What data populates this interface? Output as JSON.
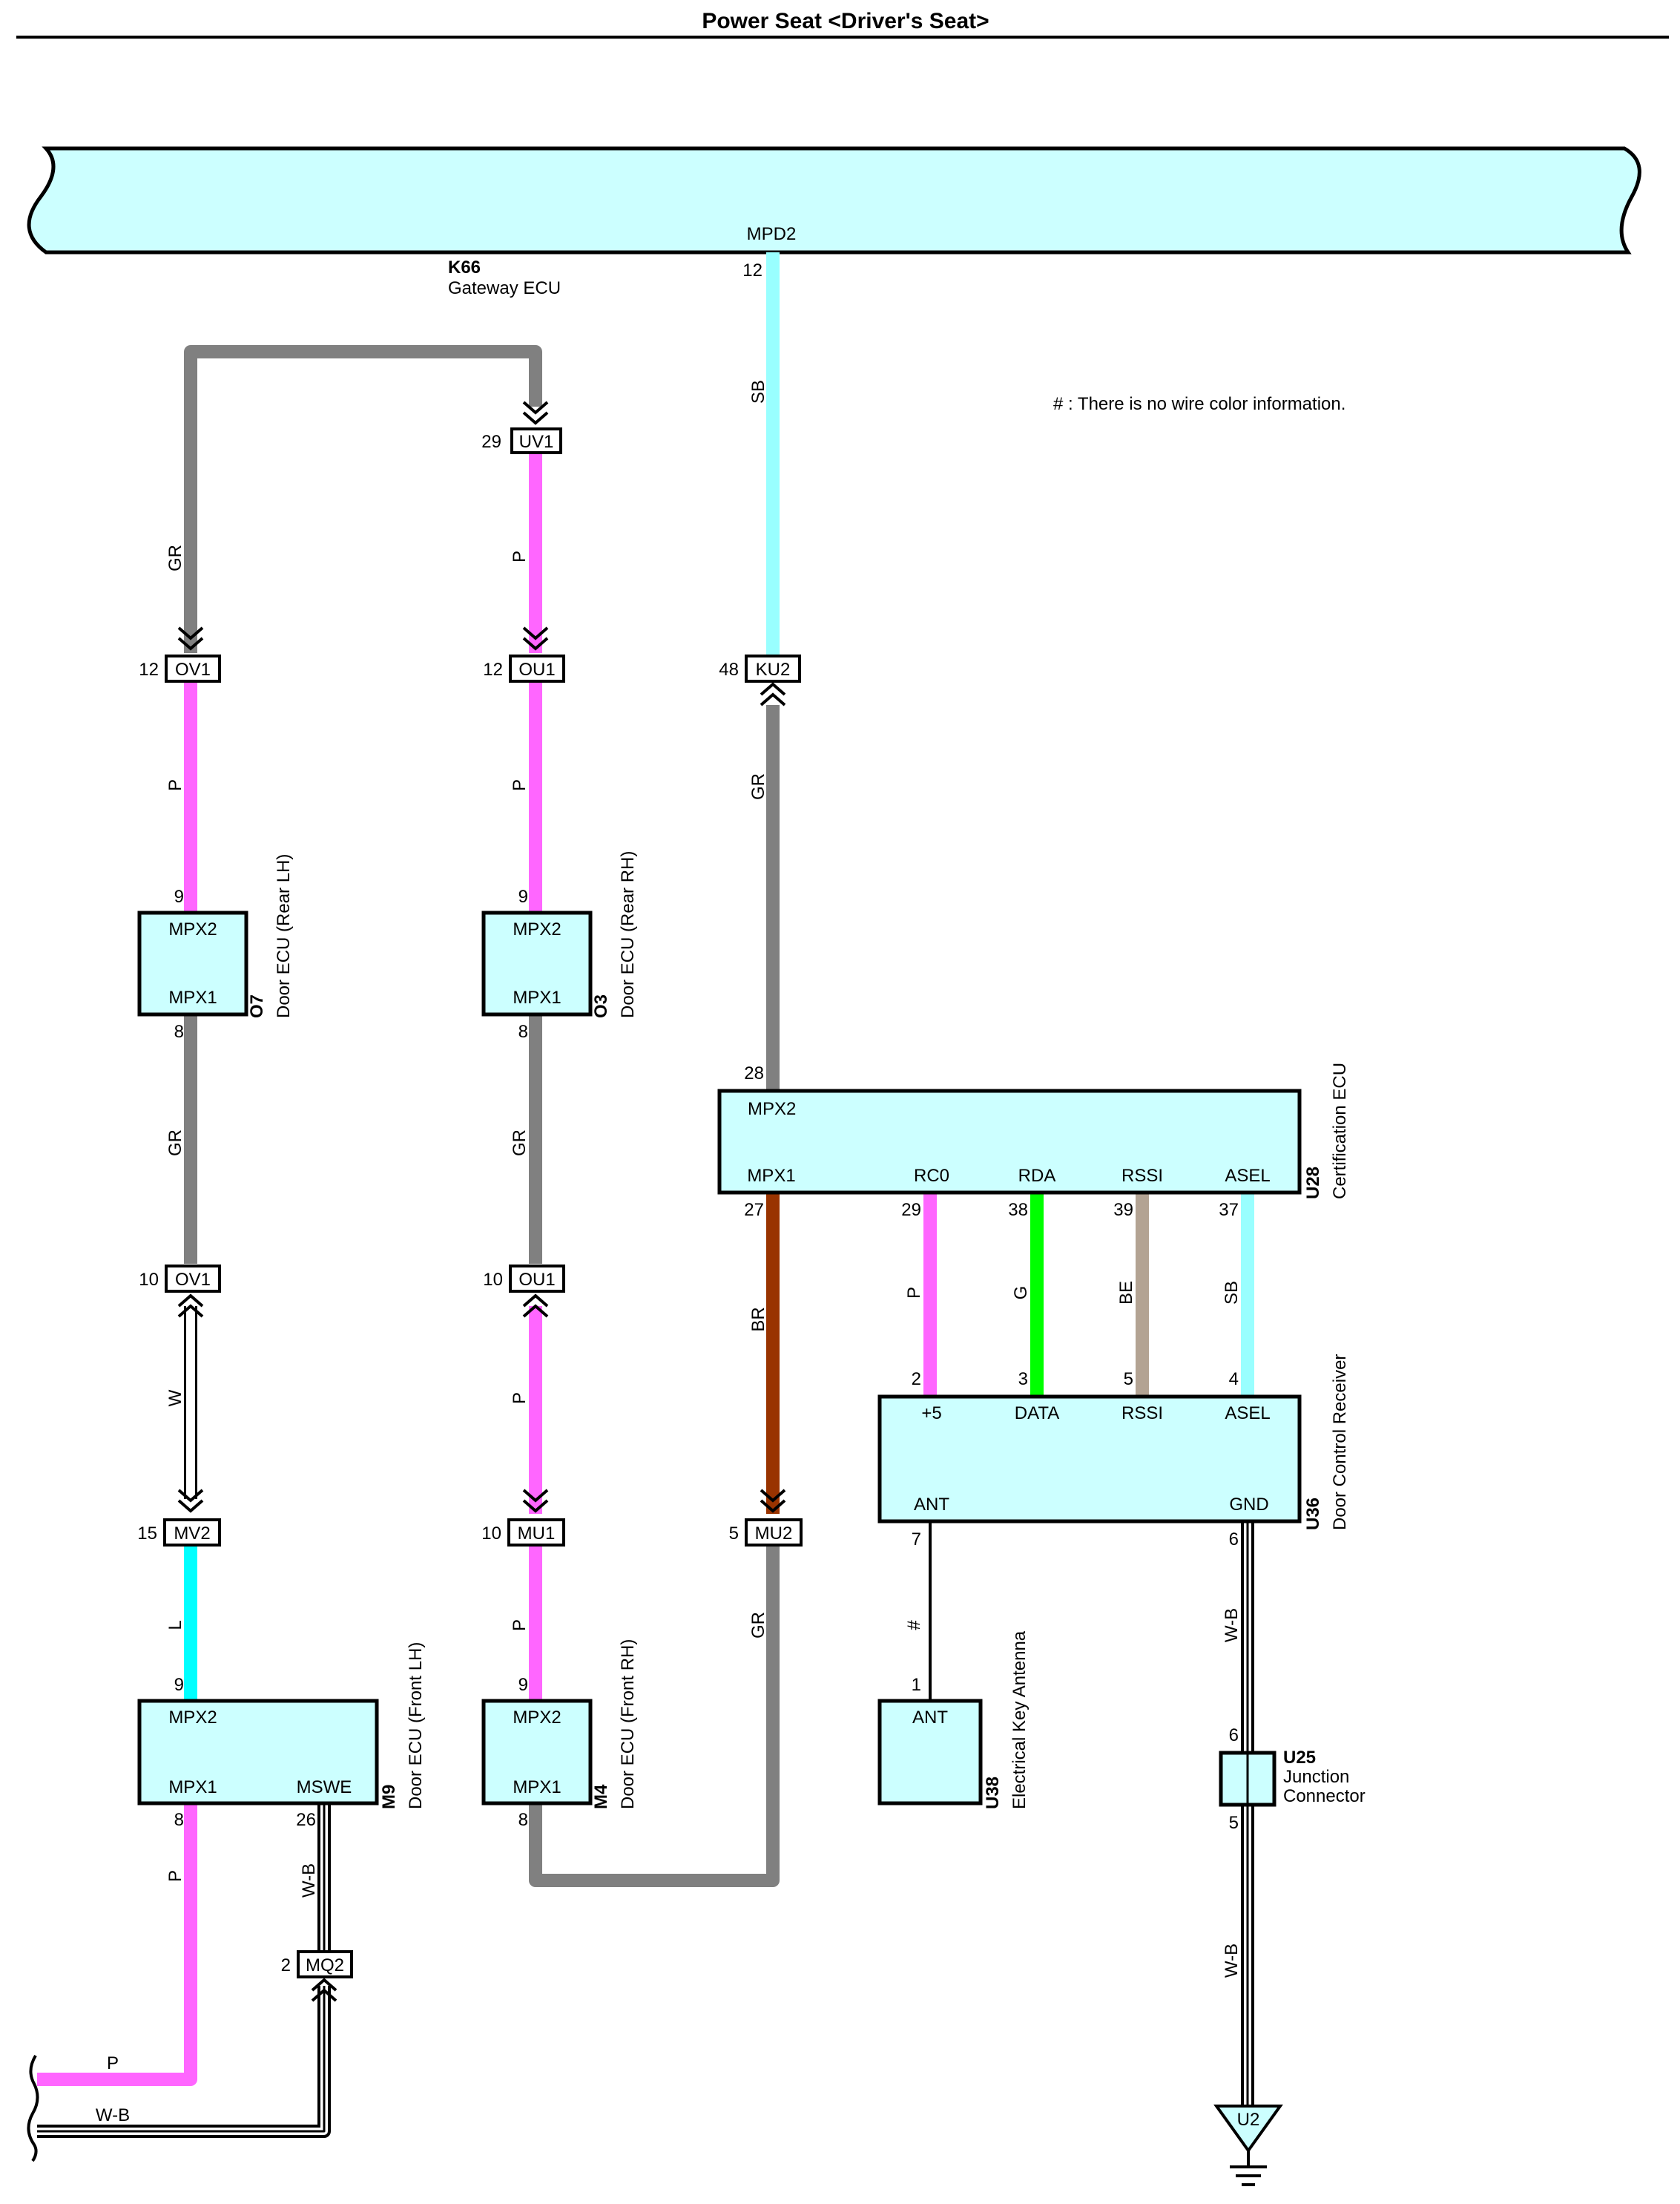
{
  "title": "Power Seat <Driver's Seat>",
  "note": "# : There is no wire color information.",
  "wire_colors": {
    "P": "#ff66ff",
    "GR": "#808080",
    "SB": "#99ffff",
    "BR": "#993300",
    "G": "#00ff00",
    "BE": "#b3a393",
    "L": "#00ffff",
    "W": "#ffffff",
    "W-B": "#ffffff",
    "#": "#000000"
  },
  "components": {
    "K66": {
      "id": "K66",
      "name": "Gateway ECU",
      "terminal": "MPD2"
    },
    "O7": {
      "id": "O7",
      "name": "Door ECU (Rear LH)",
      "top": "MPX2",
      "bottom": "MPX1"
    },
    "O3": {
      "id": "O3",
      "name": "Door ECU (Rear RH)",
      "top": "MPX2",
      "bottom": "MPX1"
    },
    "M9": {
      "id": "M9",
      "name": "Door ECU (Front LH)",
      "top": "MPX2",
      "bottom": "MPX1",
      "bottom2": "MSWE"
    },
    "M4": {
      "id": "M4",
      "name": "Door ECU (Front RH)",
      "top": "MPX2",
      "bottom": "MPX1"
    },
    "U28": {
      "id": "U28",
      "name": "Certification ECU",
      "top": "MPX2",
      "t1": "MPX1",
      "t2": "RC0",
      "t3": "RDA",
      "t4": "RSSI",
      "t5": "ASEL"
    },
    "U36": {
      "id": "U36",
      "name": "Door Control Receiver",
      "t1": "+5",
      "t2": "DATA",
      "t3": "RSSI",
      "t4": "ASEL",
      "b1": "ANT",
      "b2": "GND"
    },
    "U38": {
      "id": "U38",
      "name": "Electrical Key Antenna",
      "terminal": "ANT"
    },
    "U25": {
      "id": "U25",
      "name1": "Junction",
      "name2": "Connector"
    },
    "U2": {
      "id": "U2"
    }
  },
  "connectors": {
    "UV1": {
      "name": "UV1",
      "pin": "29"
    },
    "OV1a": {
      "name": "OV1",
      "pin": "12"
    },
    "OU1a": {
      "name": "OU1",
      "pin": "12"
    },
    "KU2": {
      "name": "KU2",
      "pin": "48"
    },
    "OV1b": {
      "name": "OV1",
      "pin": "10"
    },
    "OU1b": {
      "name": "OU1",
      "pin": "10"
    },
    "MV2": {
      "name": "MV2",
      "pin": "15"
    },
    "MU1": {
      "name": "MU1",
      "pin": "10"
    },
    "MU2": {
      "name": "MU2",
      "pin": "5"
    },
    "MQ2": {
      "name": "MQ2",
      "pin": "2"
    }
  },
  "pins": {
    "k66_12": "12",
    "o7_9": "9",
    "o7_8": "8",
    "o3_9": "9",
    "o3_8": "8",
    "m9_9": "9",
    "m9_8": "8",
    "m9_26": "26",
    "m4_9": "9",
    "m4_8": "8",
    "u28_28": "28",
    "u28_27": "27",
    "u28_29": "29",
    "u28_38": "38",
    "u28_39": "39",
    "u28_37": "37",
    "u36_2": "2",
    "u36_3": "3",
    "u36_5": "5",
    "u36_4": "4",
    "u36_7": "7",
    "u36_6": "6",
    "u38_1": "1",
    "u25_6": "6",
    "u25_5": "5"
  },
  "wire_labels": {
    "sb_k66": "SB",
    "gr_left_top": "GR",
    "p_uv1_ou1": "P",
    "p_ov1_o7": "P",
    "p_ou1_o3": "P",
    "gr_ku2_u28": "GR",
    "gr_o7_ov1": "GR",
    "gr_o3_ou1": "GR",
    "p_u28_u36": "P",
    "g_u28_u36": "G",
    "be_u28_u36": "BE",
    "sb_u28_u36": "SB",
    "br_u28_mu2": "BR",
    "w_ov1_mv2": "W",
    "p_ou1_mu1": "P",
    "l_mv2_m9": "L",
    "p_mu1_m4": "P",
    "gr_mu2_m4": "GR",
    "hash_u36_u38": "#",
    "wb_u36_u25": "W-B",
    "p_m9_out": "P",
    "wb_m9_mq2": "W-B",
    "wb_u25_u2": "W-B",
    "p_bottom": "P",
    "wb_bottom": "W-B"
  }
}
